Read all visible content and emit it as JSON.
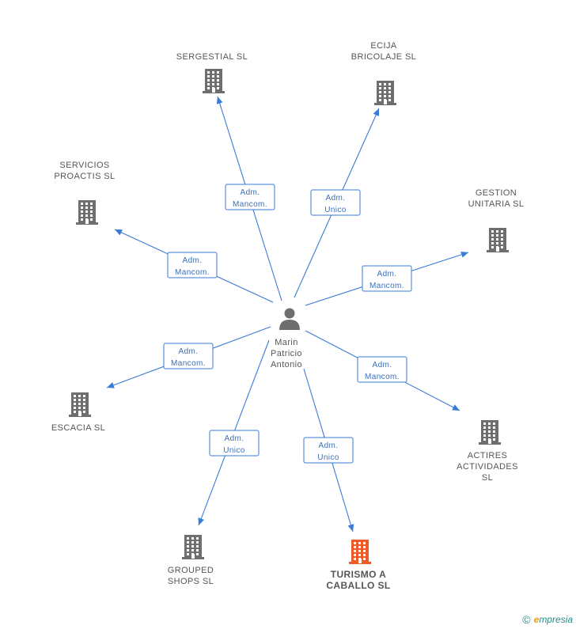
{
  "center": {
    "lines": [
      "Marin",
      "Patricio",
      "Antonio"
    ],
    "icon": "person-icon"
  },
  "companies": [
    {
      "id": "sergestial",
      "lines": [
        "SERGESTIAL SL"
      ],
      "relation": [
        "Adm.",
        "Mancom."
      ],
      "highlight": false
    },
    {
      "id": "ecija",
      "lines": [
        "ECIJA",
        "BRICOLAJE  SL"
      ],
      "relation": [
        "Adm.",
        "Unico"
      ],
      "highlight": false
    },
    {
      "id": "servicios",
      "lines": [
        "SERVICIOS",
        "PROACTIS SL"
      ],
      "relation": [
        "Adm.",
        "Mancom."
      ],
      "highlight": false
    },
    {
      "id": "gestion",
      "lines": [
        "GESTION",
        "UNITARIA  SL"
      ],
      "relation": [
        "Adm.",
        "Mancom."
      ],
      "highlight": false
    },
    {
      "id": "escacia",
      "lines": [
        "ESCACIA  SL"
      ],
      "relation": [
        "Adm.",
        "Mancom."
      ],
      "highlight": false
    },
    {
      "id": "actires",
      "lines": [
        "ACTIRES",
        "ACTIVIDADES",
        "SL"
      ],
      "relation": [
        "Adm.",
        "Mancom."
      ],
      "highlight": false
    },
    {
      "id": "grouped",
      "lines": [
        "GROUPED",
        "SHOPS SL"
      ],
      "relation": [
        "Adm.",
        "Unico"
      ],
      "highlight": false
    },
    {
      "id": "turismo",
      "lines": [
        "TURISMO A",
        "CABALLO  SL"
      ],
      "relation": [
        "Adm.",
        "Unico"
      ],
      "highlight": true
    }
  ],
  "colors": {
    "edge": "#3a7bd5",
    "building": "#6e6e6e",
    "highlight": "#f05a28",
    "person": "#6e6e6e"
  },
  "footer": {
    "copyright": "©",
    "brand_initial": "e",
    "brand_rest": "mpresia"
  }
}
